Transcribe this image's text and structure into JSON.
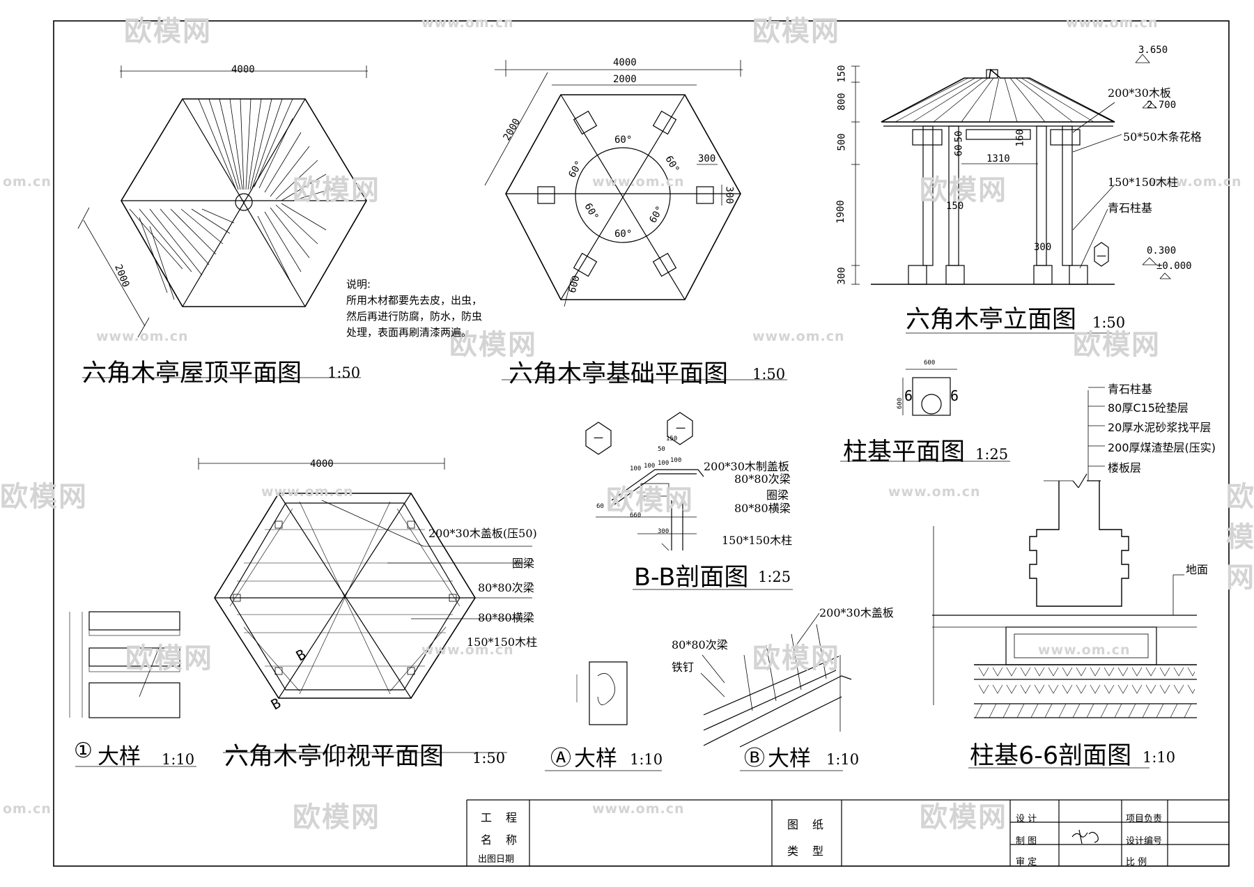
{
  "watermark": {
    "logo": "欧模网",
    "url": "www.om.cn",
    "url_partial": "om.cn"
  },
  "drawings": {
    "roof_plan": {
      "title": "六角木亭屋顶平面图",
      "scale": "1:50",
      "dim_width": "4000",
      "dim_side": "2000"
    },
    "foundation_plan": {
      "title": "六角木亭基础平面图",
      "scale": "1:50",
      "dim_outer": "4000",
      "dim_inner": "2000",
      "dim_side": "2000",
      "dim_pad": "300",
      "dim_pad_v": "300",
      "dim_600": "600",
      "angle": "60°"
    },
    "notes": {
      "heading": "说明:",
      "lines": [
        "所用木材都要先去皮，出虫，",
        "然后再进行防腐，防水，防虫",
        "处理，表面再刷清漆两遍。"
      ]
    },
    "elevation": {
      "title": "六角木亭立面图",
      "scale": "1:50",
      "levels": [
        "3.650",
        "2.700",
        "0.300",
        "±0.000"
      ],
      "labels": [
        "200*30木板",
        "50*50木条花格",
        "150*150木柱",
        "青石柱基"
      ],
      "dims_v": [
        "150",
        "800",
        "500",
        "1900",
        "300"
      ],
      "dims_inner": [
        "1310",
        "150",
        "300",
        "60",
        "50",
        "160"
      ],
      "section_mark": "一"
    },
    "column_base_plan": {
      "title": "柱基平面图",
      "scale": "1:25",
      "dim": "600",
      "cut": "6"
    },
    "section_66": {
      "title": "柱基6-6剖面图",
      "scale": "1:10",
      "layers": [
        "青石柱基",
        "80厚C15砼垫层",
        "20厚水泥砂浆找平层",
        "200厚煤渣垫层(压实)",
        "楼板层"
      ],
      "ground": "地面"
    },
    "ceiling_plan": {
      "title": "六角木亭仰视平面图",
      "scale": "1:50",
      "dim_width": "4000",
      "labels": [
        "200*30木盖板(压50)",
        "圈梁",
        "80*80次梁",
        "80*80横梁",
        "150*150木柱"
      ],
      "cut": "B"
    },
    "section_bb": {
      "title": "B-B剖面图",
      "scale": "1:25",
      "labels": [
        "200*30木制盖板",
        "80*80次梁",
        "圈梁",
        "80*80横梁",
        "150*150木柱"
      ],
      "dims": [
        "50",
        "100",
        "100",
        "100",
        "100",
        "150",
        "60",
        "660",
        "300"
      ],
      "marks": [
        "一",
        "一"
      ]
    },
    "detail_1": {
      "title": "大样",
      "num": "①",
      "scale": "1:10"
    },
    "detail_a": {
      "title": "大样",
      "num": "Ⓐ",
      "scale": "1:10"
    },
    "detail_b": {
      "title": "大样",
      "num": "Ⓑ",
      "scale": "1:10",
      "labels": [
        "200*30木盖板",
        "80*80次梁",
        "铁钉"
      ]
    }
  },
  "title_block": {
    "project_name": [
      "工",
      "程",
      "名",
      "称"
    ],
    "issue_date": "出图日期",
    "drawing_type": [
      "图",
      "纸",
      "类",
      "型"
    ],
    "design": "设 计",
    "drawn": "制 图",
    "review": "审 定",
    "project_lead": "项目负责",
    "design_no": "设计编号",
    "ratio": "比 例"
  }
}
